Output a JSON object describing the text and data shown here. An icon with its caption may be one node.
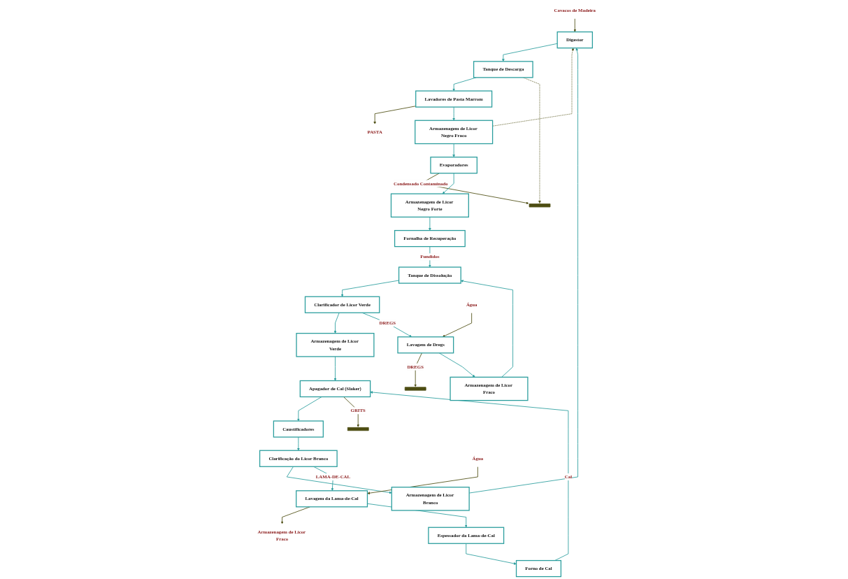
{
  "diagram": {
    "nodes": [
      {
        "text": [
          "Digestor"
        ]
      },
      {
        "text": [
          "Armazenagem de Licor Branco"
        ]
      },
      {
        "text": [
          "Clarificação do Licor Branco"
        ]
      },
      {
        "text": [
          "Lavagem da Lama-de-Cal"
        ]
      },
      {
        "text": [
          "Tanque de Descarga"
        ]
      },
      {
        "text": [
          "Caustificadores"
        ]
      },
      {
        "text": [
          "Espessador da Lama-de-Cal"
        ]
      },
      {
        "text": [
          "Lavadores de Pasta Marrom"
        ]
      },
      {
        "text": [
          "Apagador de Cal (Slaker)"
        ]
      },
      {
        "text": [
          "Forno de Cal"
        ]
      },
      {
        "text": [
          "Armazenagem de Licor Negro Fraco"
        ]
      },
      {
        "text": [
          "Armazenagem de Licor Verde"
        ]
      },
      {
        "text": [
          "Evaporadores"
        ]
      },
      {
        "text": [
          "Clarificador de Licor Verde"
        ]
      },
      {
        "text": [
          "Lavagem de Dregs"
        ]
      },
      {
        "text": [
          "Armazenagem de Licor Negro Forte"
        ]
      },
      {
        "text": [
          "Fornalha de Recuperação"
        ]
      },
      {
        "text": [
          "Tanque de Dissolução"
        ]
      },
      {
        "text": [
          "Armazenagem de Licor Fraco"
        ]
      },
      {
        "text": [
          "Cavacos de Madeira"
        ]
      },
      {
        "text": [
          "Água"
        ]
      },
      {
        "text": [
          "Armazenagem de Licor Fraco"
        ]
      },
      {
        "text": [
          "PASTA"
        ]
      },
      {
        "text": [],
        "shape": "ground"
      },
      {
        "text": [],
        "shape": "ground"
      },
      {
        "text": [
          "Água"
        ]
      },
      {
        "text": [],
        "shape": "ground"
      }
    ],
    "edges": [
      {
        "from": 19,
        "to": 0,
        "arrow": "to",
        "color": "#4d4d12"
      },
      {
        "from": 1,
        "to": 0,
        "arrow": "to"
      },
      {
        "from": 2,
        "to": 1,
        "arrow": "to"
      },
      {
        "from": 2,
        "to": 3,
        "label": "LAMA-DE-CAL",
        "arrow": "to"
      },
      {
        "from": 20,
        "to": 3,
        "arrow": "to",
        "color": "#4d4d12"
      },
      {
        "from": 3,
        "to": 21,
        "arrow": "to",
        "color": "#4d4d12"
      },
      {
        "from": 0,
        "to": 4,
        "arrow": "to"
      },
      {
        "from": 3,
        "to": 6,
        "arrow": "to"
      },
      {
        "from": 5,
        "to": 2,
        "arrow": "to"
      },
      {
        "from": 4,
        "to": 7,
        "arrow": "to"
      },
      {
        "from": 4,
        "to": 23,
        "arrow": "to",
        "style": "dashed",
        "color": "#4d4d12"
      },
      {
        "from": 6,
        "to": 9,
        "arrow": "to"
      },
      {
        "from": 8,
        "to": 5,
        "arrow": "to"
      },
      {
        "from": 7,
        "to": 22,
        "arrow": "to",
        "color": "#4d4d12"
      },
      {
        "from": 9,
        "to": 8,
        "label": "Cal",
        "arrow": "to"
      },
      {
        "from": 8,
        "to": 24,
        "label": "GRITS",
        "arrow": "to",
        "color": "#4d4d12"
      },
      {
        "from": 7,
        "to": 10,
        "arrow": "to"
      },
      {
        "from": 10,
        "to": 0,
        "arrow": "to",
        "style": "dashed",
        "color": "#4d4d12"
      },
      {
        "from": 11,
        "to": 8,
        "arrow": "to"
      },
      {
        "from": 10,
        "to": 12,
        "arrow": "to"
      },
      {
        "from": 13,
        "to": 11,
        "arrow": "to"
      },
      {
        "from": 13,
        "to": 14,
        "label": "DREGS",
        "arrow": "to"
      },
      {
        "from": 25,
        "to": 14,
        "arrow": "to",
        "color": "#4d4d12"
      },
      {
        "from": 12,
        "to": 23,
        "label": "Condensado Contaminado",
        "arrow": "to",
        "color": "#4d4d12"
      },
      {
        "from": 14,
        "to": 26,
        "label": "DREGS",
        "arrow": "to",
        "color": "#4d4d12"
      },
      {
        "from": 12,
        "to": 15,
        "arrow": "to"
      },
      {
        "from": 14,
        "to": 18,
        "arrow": "to"
      },
      {
        "from": 15,
        "to": 16,
        "arrow": "to"
      },
      {
        "from": 16,
        "to": 17,
        "label": "Fundidos",
        "arrow": "to"
      },
      {
        "from": 18,
        "to": 17,
        "arrow": "to"
      },
      {
        "from": 17,
        "to": 13,
        "arrow": "to"
      }
    ]
  }
}
